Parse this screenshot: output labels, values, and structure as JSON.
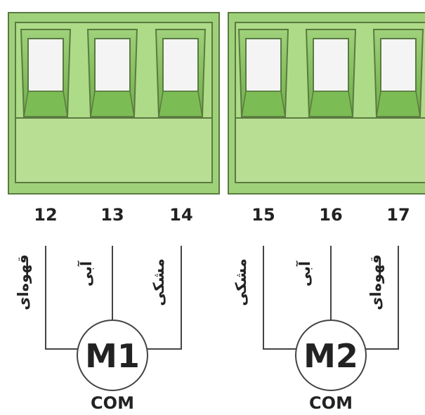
{
  "colors": {
    "block_fill": "#9fd17a",
    "block_fill_light": "#b8de93",
    "block_stroke": "#5a7a40",
    "wire": "#444444",
    "text": "#222222",
    "motor_fill": "#ffffff"
  },
  "terminals": [
    {
      "number": "12"
    },
    {
      "number": "13"
    },
    {
      "number": "14"
    },
    {
      "number": "15"
    },
    {
      "number": "16"
    },
    {
      "number": "17"
    }
  ],
  "wires": [
    {
      "label": "قهوه‌ای"
    },
    {
      "label": "آبی"
    },
    {
      "label": "مشکی"
    },
    {
      "label": "مشکی"
    },
    {
      "label": "آبی"
    },
    {
      "label": "قهوه‌ای"
    }
  ],
  "motors": [
    {
      "label": "M1",
      "common_label": "COM"
    },
    {
      "label": "M2",
      "common_label": "COM"
    }
  ]
}
